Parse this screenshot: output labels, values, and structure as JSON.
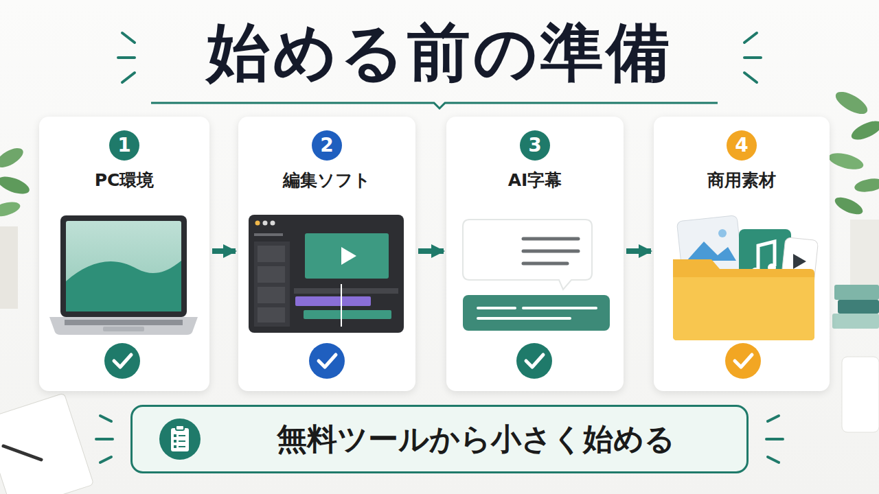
{
  "diagram": {
    "title": "始める前の準備",
    "nodes": [
      {
        "text": [
          "1",
          "PC環境"
        ]
      },
      {
        "text": [
          "2",
          "編集ソフト"
        ]
      },
      {
        "text": [
          "3",
          "AI字幕"
        ]
      },
      {
        "text": [
          "4",
          "商用素材"
        ]
      },
      {
        "text": [
          "無料ツールから小さく始める"
        ]
      }
    ],
    "edges": [
      {
        "from": 0,
        "to": 1,
        "arrow": "to"
      },
      {
        "from": 1,
        "to": 2,
        "arrow": "to"
      },
      {
        "from": 2,
        "to": 3,
        "arrow": "to"
      }
    ],
    "labels": [
      "AI"
    ]
  }
}
